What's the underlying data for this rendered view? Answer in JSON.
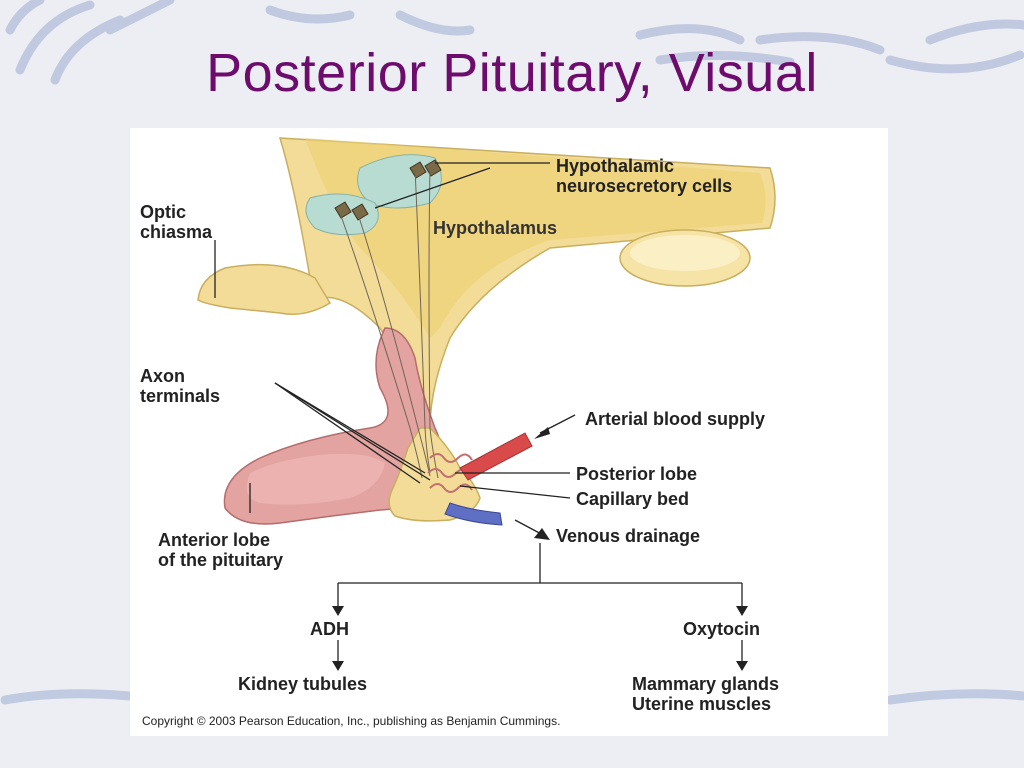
{
  "slide": {
    "title": "Posterior Pituitary, Visual"
  },
  "figure": {
    "labels": {
      "hypothalamic_cells_1": "Hypothalamic",
      "hypothalamic_cells_2": "neurosecretory cells",
      "hypothalamus": "Hypothalamus",
      "optic_chiasma_1": "Optic",
      "optic_chiasma_2": "chiasma",
      "axon_terminals_1": "Axon",
      "axon_terminals_2": "terminals",
      "arterial_blood_supply": "Arterial blood supply",
      "posterior_lobe": "Posterior lobe",
      "capillary_bed": "Capillary bed",
      "venous_drainage": "Venous drainage",
      "anterior_lobe_1": "Anterior lobe",
      "anterior_lobe_2": "of the pituitary"
    },
    "flow": {
      "adh": "ADH",
      "oxytocin": "Oxytocin",
      "kidney_tubules": "Kidney tubules",
      "mammary_glands": "Mammary glands",
      "uterine_muscles": "Uterine muscles"
    },
    "copyright": "Copyright © 2003 Pearson Education, Inc., publishing as Benjamin Cummings."
  }
}
